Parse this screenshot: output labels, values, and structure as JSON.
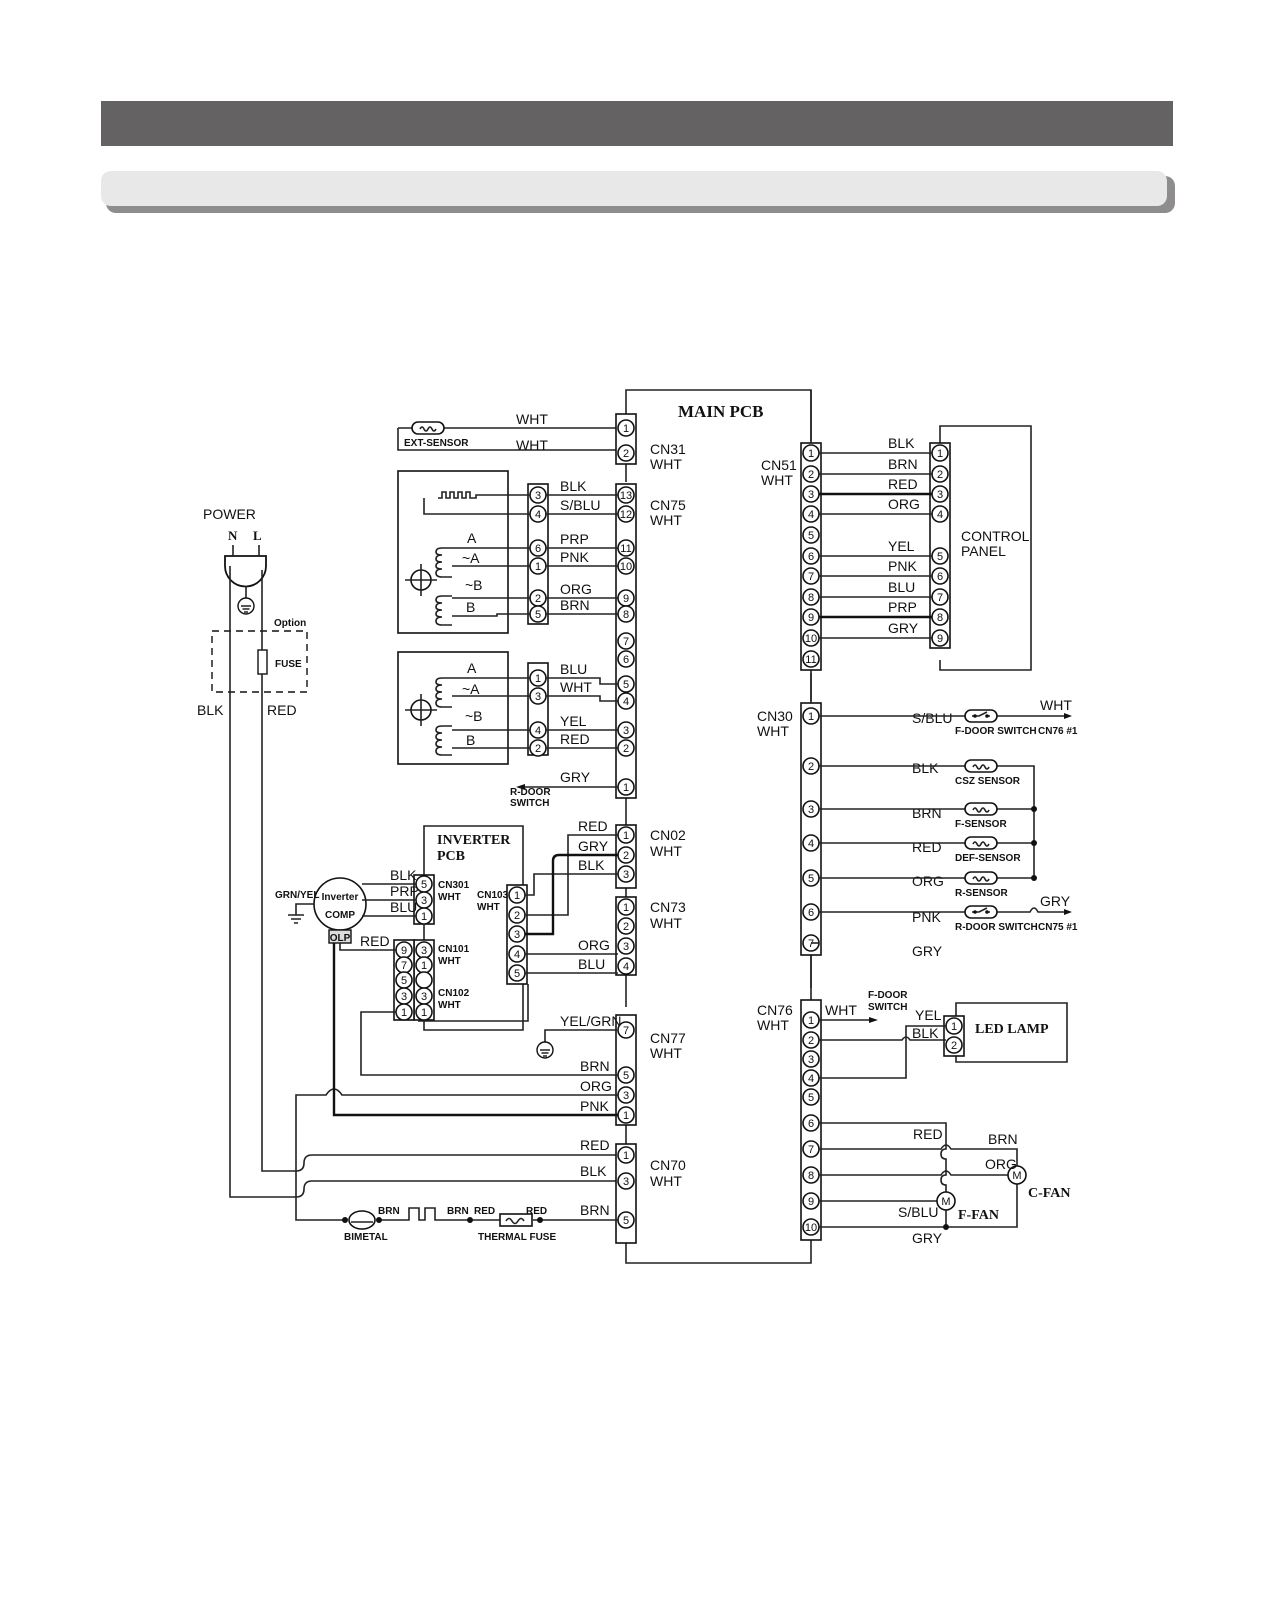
{
  "page": {
    "header_bar_color": "#646263",
    "subheader_bar_color": "#e8e8e8"
  },
  "diagram": {
    "title_main_pcb": "MAIN PCB",
    "power": {
      "label": "POWER",
      "n": "N",
      "l": "L",
      "option": "Option",
      "fuse": "FUSE",
      "blk": "BLK",
      "red": "RED"
    },
    "ext_sensor": {
      "label": "EXT-SENSOR",
      "wire1": "WHT",
      "wire2": "WHT"
    },
    "cn31": {
      "name": "CN31",
      "color": "WHT",
      "pins": [
        "1",
        "2"
      ]
    },
    "cn75": {
      "name": "CN75",
      "color": "WHT",
      "pins": [
        "13",
        "12",
        "11",
        "10",
        "9",
        "8",
        "7",
        "6",
        "5",
        "4",
        "3",
        "2",
        "1"
      ],
      "motor1_pins": [
        "3",
        "4",
        "6",
        "1",
        "2",
        "5"
      ],
      "motor1_wires": [
        "BLK",
        "S/BLU",
        "PRP",
        "PNK",
        "ORG",
        "BRN"
      ],
      "motor2_pins": [
        "1",
        "3",
        "4",
        "2"
      ],
      "motor2_wires": [
        "BLU",
        "WHT",
        "YEL",
        "RED"
      ],
      "coil_labels": [
        "A",
        "~A",
        "~B",
        "B"
      ],
      "gry_wire": "GRY",
      "r_door_switch": [
        "R-DOOR",
        "SWITCH"
      ]
    },
    "cn51": {
      "name": "CN51",
      "color": "WHT",
      "pins": [
        "1",
        "2",
        "3",
        "4",
        "5",
        "6",
        "7",
        "8",
        "9",
        "10",
        "11"
      ],
      "wires": [
        "BLK",
        "BRN",
        "RED",
        "ORG",
        "YEL",
        "PNK",
        "BLU",
        "PRP",
        "GRY"
      ],
      "panel_pins": [
        "1",
        "2",
        "3",
        "4",
        "5",
        "6",
        "7",
        "8",
        "9"
      ],
      "panel_label": [
        "CONTROL",
        "PANEL"
      ]
    },
    "cn30": {
      "name": "CN30",
      "color": "WHT",
      "pins": [
        "1",
        "2",
        "3",
        "4",
        "5",
        "6",
        "7"
      ],
      "wires": [
        "S/BLU",
        "BLK",
        "BRN",
        "RED",
        "ORG",
        "PNK",
        "GRY"
      ],
      "components": [
        "F-DOOR SWITCH",
        "CSZ SENSOR",
        "F-SENSOR",
        "DEF-SENSOR",
        "R-SENSOR",
        "R-DOOR SWITCH"
      ],
      "out_top": {
        "wire": "WHT",
        "ref": "CN76 #1"
      },
      "out_bottom": {
        "wire": "GRY",
        "ref": "CN75 #1"
      }
    },
    "cn76": {
      "name": "CN76",
      "color": "WHT",
      "pins": [
        "1",
        "2",
        "3",
        "4",
        "5",
        "6",
        "7",
        "8",
        "9",
        "10"
      ],
      "wht": "WHT",
      "f_door_switch": [
        "F-DOOR",
        "SWITCH"
      ],
      "led_wires": [
        "YEL",
        "BLK"
      ],
      "led_pins": [
        "1",
        "2"
      ],
      "led_label": "LED LAMP",
      "fan_wires": {
        "red": "RED",
        "brn": "BRN",
        "org": "ORG",
        "sblu": "S/BLU",
        "gry": "GRY"
      },
      "c_fan": "C-FAN",
      "f_fan": "F-FAN",
      "motor": "M"
    },
    "inverter": {
      "title": [
        "INVERTER",
        "PCB"
      ],
      "comp": [
        "Inverter",
        "COMP"
      ],
      "olp": "OLP",
      "ground": "GRN/YEL",
      "cn301": {
        "name": "CN301",
        "color": "WHT",
        "pins": [
          "5",
          "3",
          "1"
        ],
        "wires": [
          "BLK",
          "PRP",
          "BLU"
        ]
      },
      "cn101": {
        "name": "CN101",
        "color": "WHT",
        "pins": [
          "3",
          "1"
        ]
      },
      "cn102": {
        "name": "CN102",
        "color": "WHT",
        "pins": [
          "3",
          "1"
        ]
      },
      "side_pins": [
        "9",
        "7",
        "5",
        "3",
        "1"
      ],
      "red": "RED",
      "cn103": {
        "name": "CN103",
        "color": "WHT",
        "pins": [
          "1",
          "2",
          "3",
          "4",
          "5"
        ]
      }
    },
    "cn02": {
      "name": "CN02",
      "color": "WHT",
      "pins": [
        "1",
        "2",
        "3"
      ],
      "wires": [
        "RED",
        "GRY",
        "BLK"
      ]
    },
    "cn73": {
      "name": "CN73",
      "color": "WHT",
      "pins": [
        "1",
        "2",
        "3",
        "4"
      ],
      "wires": [
        "ORG",
        "BLU"
      ]
    },
    "cn77": {
      "name": "CN77",
      "color": "WHT",
      "pins": [
        "7",
        "5",
        "3",
        "1"
      ],
      "wires": [
        "YEL/GRN",
        "BRN",
        "ORG",
        "PNK"
      ]
    },
    "cn70": {
      "name": "CN70",
      "color": "WHT",
      "pins": [
        "1",
        "3",
        "5"
      ],
      "wires": [
        "RED",
        "BLK",
        "BRN"
      ]
    },
    "defrost": {
      "bimetal": "BIMETAL",
      "thermal_fuse": "THERMAL FUSE",
      "brn1": "BRN",
      "brn2": "BRN",
      "red1": "RED",
      "red2": "RED"
    }
  }
}
